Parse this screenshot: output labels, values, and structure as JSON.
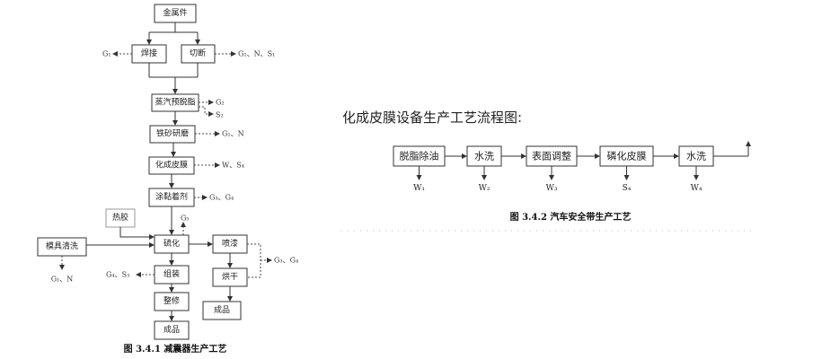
{
  "diagram1": {
    "nodes": {
      "metal": "金属件",
      "weld": "焊接",
      "cut": "切断",
      "degrease": "蒸汽预脱脂",
      "sand": "铁砂研磨",
      "chem": "化成皮膜",
      "adhesive": "涂黏着剂",
      "hotglue": "热胶",
      "mold": "模具清洗",
      "vulcanize": "硫化",
      "spray": "喷漆",
      "assemble": "组装",
      "dry": "烘干",
      "trim": "整修",
      "product_a": "成品",
      "product_b": "成品"
    },
    "emissions": {
      "weld": "G₁",
      "cut": "G₁、N、S₁",
      "degrease_g": "G₂",
      "degrease_s": "S₂",
      "sand": "G₁、N",
      "chem": "W、S₄",
      "adhesive": "G₃、G₄",
      "vulcanize": "G₅",
      "mold": "G₁、N",
      "assemble": "G₄、S₃",
      "spray_dry": "G₃、G₄"
    },
    "caption": "图 3.4.1 减震器生产工艺"
  },
  "diagram2": {
    "title": "化成皮膜设备生产工艺流程图:",
    "steps": [
      "脱脂除油",
      "水洗",
      "表面调整",
      "磷化皮膜",
      "水洗"
    ],
    "outputs": [
      "W₁",
      "W₂",
      "W₃",
      "S₄",
      "W₄"
    ],
    "caption": "图 3.4.2 汽车安全带生产工艺"
  }
}
